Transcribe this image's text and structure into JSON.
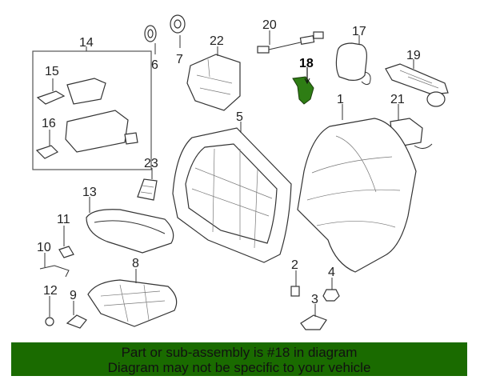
{
  "diagram": {
    "highlight_part": "18",
    "highlight_color": "#2e7d14",
    "callouts": {
      "p1": "1",
      "p2": "2",
      "p3": "3",
      "p4": "4",
      "p5": "5",
      "p6": "6",
      "p7": "7",
      "p8": "8",
      "p9": "9",
      "p10": "10",
      "p11": "11",
      "p12": "12",
      "p13": "13",
      "p14": "14",
      "p15": "15",
      "p16": "16",
      "p17": "17",
      "p18": "18",
      "p19": "19",
      "p20": "20",
      "p21": "21",
      "p22": "22",
      "p23": "23"
    }
  },
  "banner": {
    "line1": "Part or sub-assembly is #18 in diagram",
    "line2": "Diagram may not be specific to your vehicle",
    "background": "#1a6b00"
  }
}
